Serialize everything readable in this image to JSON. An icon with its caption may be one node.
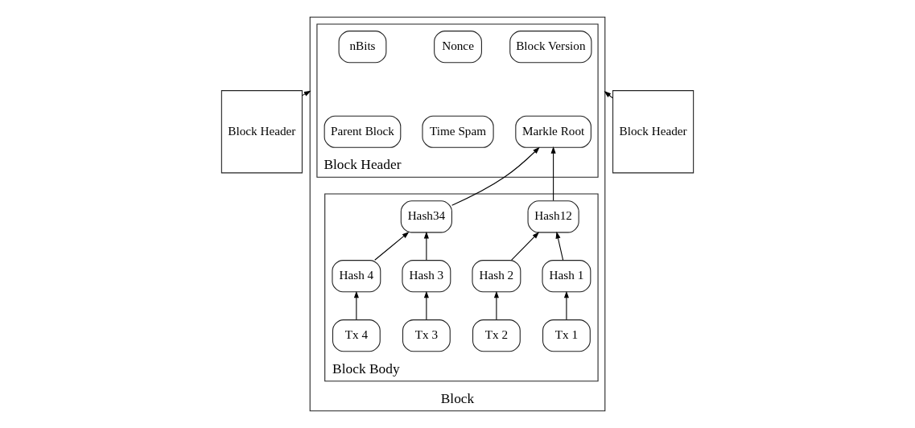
{
  "diagram": {
    "nodes": [
      {
        "text": [
          "Block Header"
        ]
      },
      {
        "text": [
          "Block"
        ]
      },
      {
        "text": [
          "Block Header"
        ],
        "in": 1
      },
      {
        "text": [
          "Block Version"
        ],
        "in": 2
      },
      {
        "text": [
          "Nonce"
        ],
        "in": 2
      },
      {
        "text": [
          "nBits"
        ],
        "in": 2
      },
      {
        "text": [
          "Markle Root"
        ],
        "in": 2
      },
      {
        "text": [
          "Time Spam"
        ],
        "in": 2
      },
      {
        "text": [
          "Parent Block"
        ],
        "in": 2
      },
      {
        "text": [
          "Block Body"
        ],
        "in": 1
      },
      {
        "text": [
          "Hash12"
        ],
        "in": 9
      },
      {
        "text": [
          "Hash34"
        ],
        "in": 9
      },
      {
        "text": [
          "Hash 1"
        ],
        "in": 9
      },
      {
        "text": [
          "Hash 2"
        ],
        "in": 9
      },
      {
        "text": [
          "Hash 3"
        ],
        "in": 9
      },
      {
        "text": [
          "Hash 4"
        ],
        "in": 9
      },
      {
        "text": [
          "Tx 1"
        ],
        "in": 9
      },
      {
        "text": [
          "Tx 2"
        ],
        "in": 9
      },
      {
        "text": [
          "Tx 3"
        ],
        "in": 9
      },
      {
        "text": [
          "Tx 4"
        ],
        "in": 9
      },
      {
        "text": [
          "Block Header"
        ]
      }
    ],
    "edges": [
      {
        "from": 0,
        "to": 1,
        "arrow": "to"
      },
      {
        "from": 20,
        "to": 1,
        "arrow": "to"
      },
      {
        "from": 10,
        "to": 6,
        "arrow": "to"
      },
      {
        "from": 11,
        "to": 6,
        "arrow": "to"
      },
      {
        "from": 12,
        "to": 10,
        "arrow": "to"
      },
      {
        "from": 13,
        "to": 10,
        "arrow": "to"
      },
      {
        "from": 14,
        "to": 11,
        "arrow": "to"
      },
      {
        "from": 15,
        "to": 11,
        "arrow": "to"
      },
      {
        "from": 16,
        "to": 12,
        "arrow": "to"
      },
      {
        "from": 17,
        "to": 13,
        "arrow": "to"
      },
      {
        "from": 18,
        "to": 14,
        "arrow": "to"
      },
      {
        "from": 19,
        "to": 15,
        "arrow": "to"
      }
    ]
  }
}
